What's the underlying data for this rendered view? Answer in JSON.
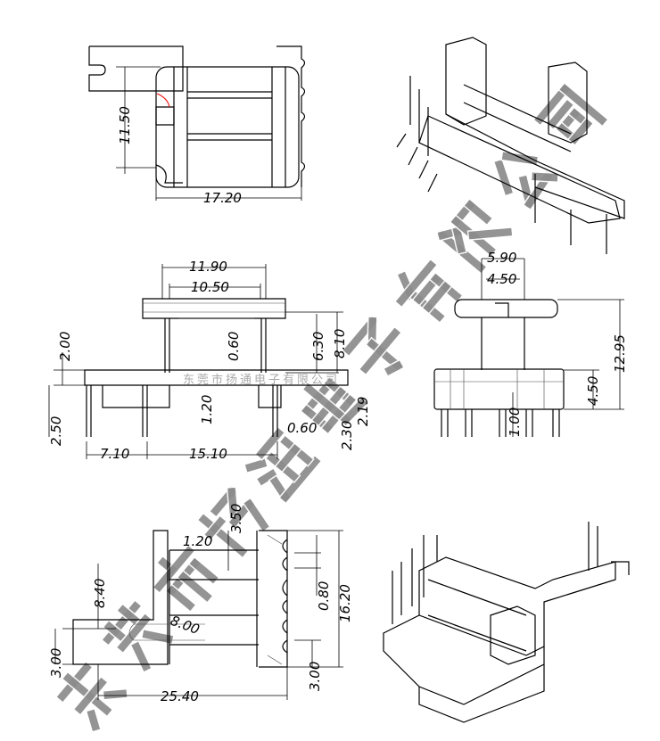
{
  "watermark": {
    "large": "东莞市扬通电子有限公司",
    "small": "东莞市扬通电子有限公司"
  },
  "top_view": {
    "width": "11.50",
    "length": "17.20"
  },
  "front_view": {
    "outer_width": "11.90",
    "inner_width": "10.50",
    "flange_thickness": "0.60",
    "winding_height": "6.30",
    "total_height": "8.10",
    "base_thickness": "2.00",
    "pin_length": "2.50",
    "base_gap": "1.20",
    "side_height": "2.19",
    "pin_offset": "2.30",
    "pin_diameter": "0.60",
    "left_span": "7.10",
    "pin_span": "15.10"
  },
  "side_view": {
    "outer_width": "5.90",
    "inner_width": "4.50",
    "total_height": "12.95",
    "base_height": "4.50",
    "pin_offset": "1.00"
  },
  "bottom_view": {
    "slot_depth": "3.50",
    "slot_width": "1.20",
    "left_span": "8.40",
    "radius": "8.00",
    "slot_gap": "0.80",
    "depth": "16.20",
    "left_pitch": "3.00",
    "right_pitch": "3.00",
    "length": "25.40"
  }
}
